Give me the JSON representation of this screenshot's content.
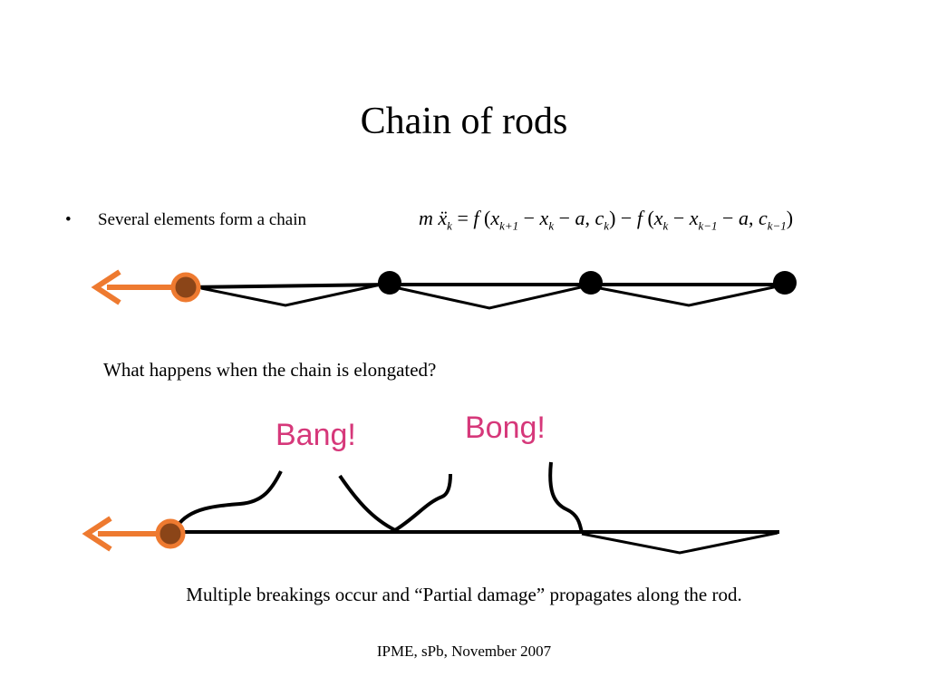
{
  "slide": {
    "title": "Chain of rods",
    "bullet": {
      "mark": "•",
      "text": "Several elements form a chain"
    },
    "equation": {
      "lhs_mass": "m",
      "lhs_var": "ẍ",
      "lhs_sub": "k",
      "equals": " = ",
      "f1": "f",
      "open1": " (",
      "t1_var": "x",
      "t1_sub": "k+1",
      "minus1": " − ",
      "t2_var": "x",
      "t2_sub": "k",
      "minus2": " − ",
      "a1": "a",
      "comma1": ", ",
      "c1_var": "c",
      "c1_sub": "k",
      "close1": ")",
      "minus_mid": " − ",
      "f2": "f",
      "open2": " (",
      "t3_var": "x",
      "t3_sub": "k",
      "minus3": " − ",
      "t4_var": "x",
      "t4_sub": "k−1",
      "minus4": " − ",
      "a2": "a",
      "comma2": ", ",
      "c2_var": "c",
      "c2_sub": "k−1",
      "close2": ")"
    },
    "question": "What happens when the chain is elongated?",
    "sound_bang": "Bang!",
    "sound_bong": "Bong!",
    "conclusion": "Multiple breakings occur and “Partial damage” propagates along the rod.",
    "footer": "IPME, sPb, November 2007"
  },
  "colors": {
    "arrow": "#ee7a30",
    "node_fill": "#8b4518",
    "node_ring": "#ee7a30",
    "sound_label": "#d6387a",
    "ink": "#000000"
  }
}
